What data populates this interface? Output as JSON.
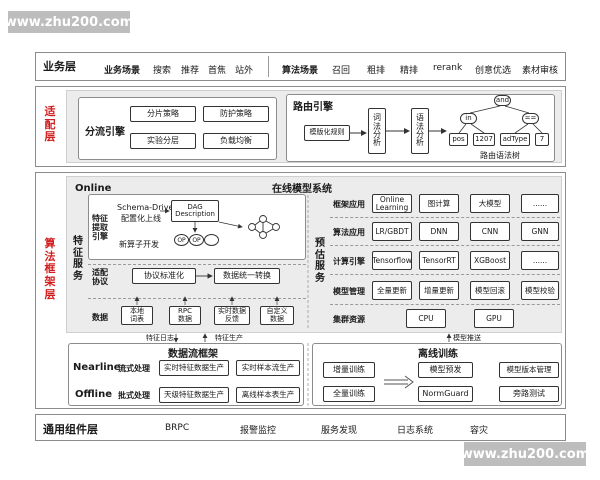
{
  "watermark": "www.zhu200.com",
  "business_layer": {
    "title": "业务层",
    "business_scene_label": "业务场景",
    "business_items": [
      "搜索",
      "推荐",
      "首焦",
      "站外"
    ],
    "algo_scene_label": "算法场景",
    "algo_items": [
      "召回",
      "粗排",
      "精排",
      "rerank",
      "创意优选",
      "素材审核"
    ]
  },
  "adapter_layer": {
    "title_chars": [
      "适",
      "配",
      "层"
    ],
    "traffic_engine": {
      "title": "分流引擎",
      "items": [
        "分片策略",
        "防护策略",
        "实验分层",
        "负载均衡"
      ]
    },
    "routing_engine": {
      "title": "路由引擎",
      "template": "模版化规则",
      "lexical": [
        "词",
        "法",
        "分",
        "析"
      ],
      "syntax": [
        "语",
        "法",
        "分",
        "析"
      ],
      "tree_nodes": [
        "and",
        "in",
        "==",
        "pos",
        "1207",
        "adType",
        "7"
      ],
      "tree_caption": "路由语法树"
    }
  },
  "algo_framework": {
    "title_chars": [
      "算",
      "法",
      "框",
      "架",
      "层"
    ],
    "online_label": "Online",
    "online_system_title": "在线模型系统",
    "feature_service": {
      "title_chars": [
        "特",
        "征",
        "服",
        "务"
      ],
      "extraction_engine": [
        "特征",
        "提取",
        "引擎"
      ],
      "schema_text": [
        "Schema-Driven",
        "配置化上线"
      ],
      "new_operator": "新算子开发",
      "dag_label": [
        "DAG",
        "Description"
      ],
      "op_labels": [
        "OP",
        "OP"
      ],
      "adapter_protocol": [
        "适配",
        "协议"
      ],
      "protocol_standard": "协议标准化",
      "data_unify": "数据统一转换",
      "data_label": "数据",
      "data_sources": [
        [
          "本地",
          "词表"
        ],
        [
          "RPC",
          "数据"
        ],
        [
          "实时数据",
          "反馈"
        ],
        [
          "自定义",
          "数据"
        ]
      ]
    },
    "estimate_service": {
      "title_chars": [
        "预",
        "估",
        "服",
        "务"
      ],
      "rows": [
        {
          "label": "框架应用",
          "items": [
            [
              "Online",
              "Learning"
            ],
            [
              "图计算"
            ],
            [
              "大模型"
            ],
            [
              "......"
            ]
          ]
        },
        {
          "label": "算法应用",
          "items": [
            [
              "LR/GBDT"
            ],
            [
              "DNN"
            ],
            [
              "CNN"
            ],
            [
              "GNN"
            ]
          ]
        },
        {
          "label": "计算引擎",
          "items": [
            [
              "Tensorflow"
            ],
            [
              "TensorRT"
            ],
            [
              "XGBoost"
            ],
            [
              "......"
            ]
          ]
        },
        {
          "label": "模型管理",
          "items": [
            [
              "全量更新"
            ],
            [
              "增量更新"
            ],
            [
              "模型回滚"
            ],
            [
              "模型校验"
            ]
          ]
        },
        {
          "label": "集群资源",
          "items": [
            [
              "CPU"
            ],
            [
              "GPU"
            ]
          ]
        }
      ]
    },
    "arrows": {
      "feature_log": "特征日志",
      "feature_prod": "特征生产",
      "model_push": "模型推送"
    },
    "stream_framework": {
      "title": "数据流框架",
      "nearline": "Nearline",
      "offline": "Offline",
      "stream_processing": "流式处理",
      "batch_processing": "批式处理",
      "items": [
        "实时特征数据生产",
        "实时样本流生产",
        "天级特征数据生产",
        "离线样本表生产"
      ]
    },
    "offline_training": {
      "title": "离线训练",
      "left_items": [
        "增量训练",
        "全量训练"
      ],
      "right_items": [
        "模型预发",
        "模型版本管理",
        "NormGuard",
        "旁路测试"
      ]
    }
  },
  "common_layer": {
    "title": "通用组件层",
    "items": [
      "BRPC",
      "报警监控",
      "服务发现",
      "日志系统",
      "容灾"
    ]
  }
}
